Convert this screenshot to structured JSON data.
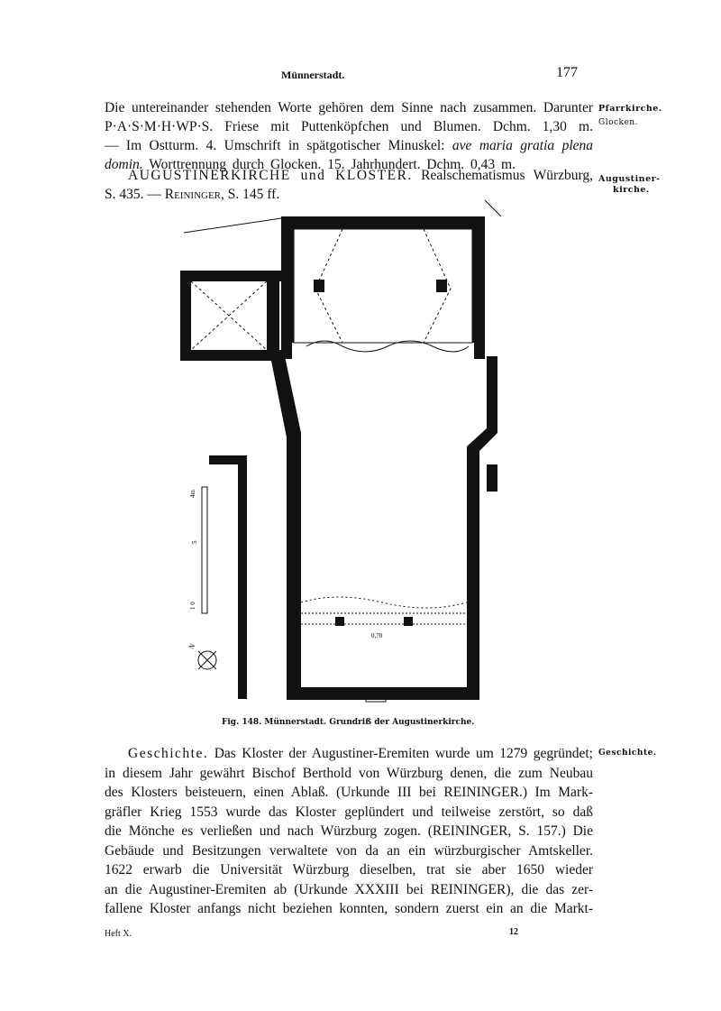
{
  "header": {
    "running_title": "Münnerstadt.",
    "page_number": "177"
  },
  "top_paragraph": [
    "Die untereinander stehenden Worte gehören dem Sinne nach zusammen. Darunter",
    "P·A·S·M·H·WP·S. Friese mit Puttenköpfchen und Blumen. Dchm. 1,30 m.",
    "— Im Ostturm. 4. Umschrift in spätgotischer Minuskel:",
    "ave maria gratia plena",
    "domin.",
    "Worttrennung durch Glocken. 15. Jahrhundert. Dchm. 0,43 m."
  ],
  "section_heading": {
    "title": "AUGUSTINERKIRCHE und KLOSTER.",
    "rest": "Realschematismus Würzburg,",
    "line2a": "S. 435. —",
    "author": "Reininger",
    "line2b": ", S. 145 ff."
  },
  "margin_notes": {
    "pfarrkirche": "Pfarrkirche.",
    "glocken": "Glocken.",
    "augustiner1": "Augustiner-",
    "augustiner2": "kirche.",
    "geschichte": "Geschichte."
  },
  "figure": {
    "caption": "Fig. 148. Münnerstadt. Grundriß der Augustinerkirche.",
    "scale_top": "4m",
    "scale_mid": "5",
    "scale_bottom": "1 0",
    "dimension_label": "0,70",
    "north": "N"
  },
  "body_paragraph": {
    "lead": "Geschichte.",
    "lines": [
      "Das Kloster der Augustiner-Eremiten wurde um 1279 gegründet;",
      "in diesem Jahr gewährt Bischof Berthold von Würzburg denen, die zum Neubau",
      "des Klosters beisteuern, einen Ablaß. (Urkunde III bei REININGER.) Im Mark-",
      "gräfler Krieg 1553 wurde das Kloster geplündert und teilweise zerstört, so daß",
      "die Mönche es verließen und nach Würzburg zogen. (REININGER, S. 157.) Die",
      "Gebäude und Besitzungen verwaltete von da an ein würzburgischer Amtskeller.",
      "1622 erwarb die Universität Würzburg dieselben, trat sie aber 1650 wieder",
      "an die Augustiner-Eremiten ab (Urkunde XXXIII bei REININGER), die das zer-",
      "fallene Kloster anfangs nicht beziehen konnten, sondern zuerst ein an die Markt-"
    ]
  },
  "footer": {
    "signature": "Heft X.",
    "sheet_number": "12"
  }
}
